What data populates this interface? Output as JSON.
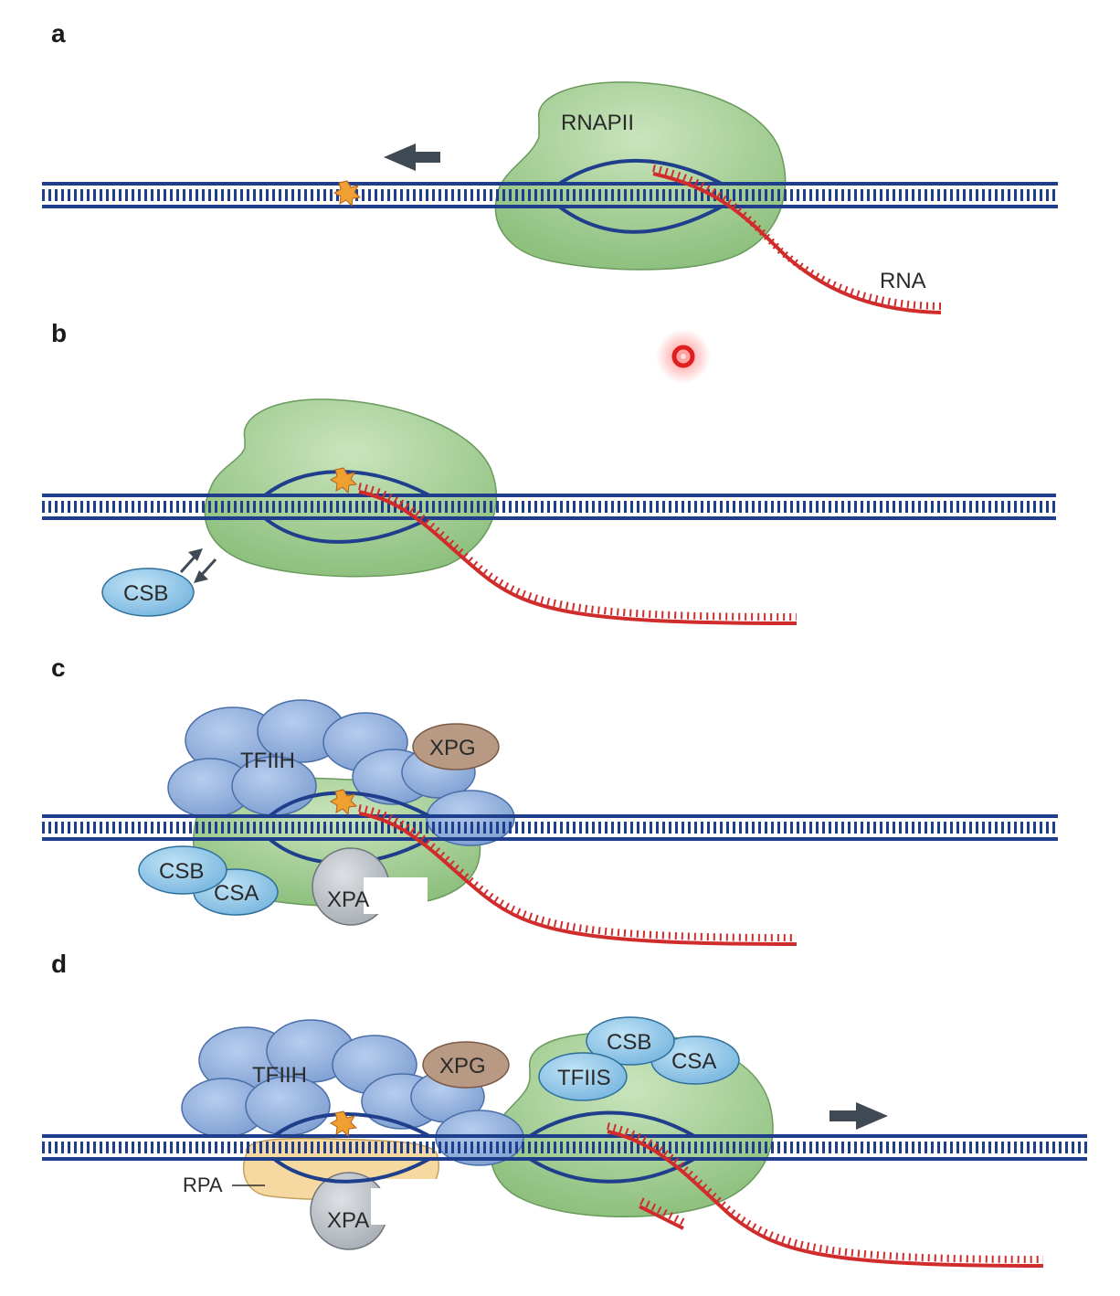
{
  "panels": {
    "a": {
      "label": "a",
      "polymerase": "RNAPII",
      "rna": "RNA"
    },
    "b": {
      "label": "b",
      "csb": "CSB"
    },
    "c": {
      "label": "c",
      "tfiih": "TFIIH",
      "xpg": "XPG",
      "csb": "CSB",
      "csa": "CSA",
      "xpa": "XPA"
    },
    "d": {
      "label": "d",
      "tfiih": "TFIIH",
      "xpg": "XPG",
      "csb": "CSB",
      "csa": "CSA",
      "tfiis": "TFIIS",
      "rpa": "RPA",
      "xpa": "XPA"
    }
  },
  "colors": {
    "dna": "#1f3f8c",
    "rna": "#d12c2c",
    "polymerase": "#98c98a",
    "csb_csa": "#8ec6e6",
    "tfiih": "#8fb0dc",
    "xpg": "#b89a84",
    "xpa": "#b9bec4",
    "rpa": "#f6d9a0",
    "arrow": "#3f4a55",
    "lesion": "#f0a030",
    "marker": "#e02020"
  }
}
